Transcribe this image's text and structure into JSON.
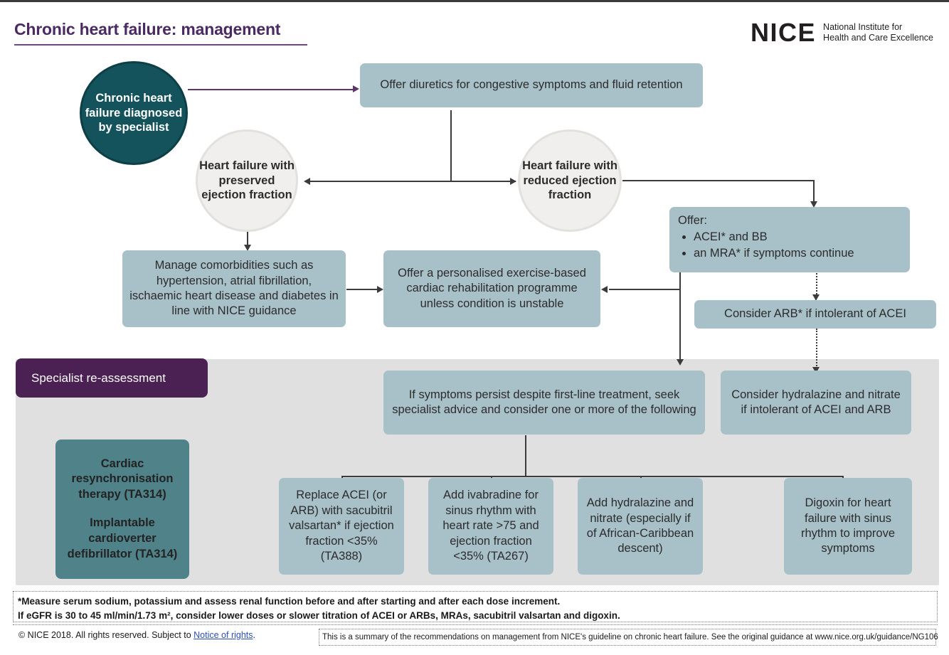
{
  "header": {
    "title": "Chronic heart failure: management",
    "logo_word": "NICE",
    "logo_line1": "National Institute for",
    "logo_line2": "Health and Care Excellence"
  },
  "colors": {
    "title_purple": "#4b2a63",
    "panel_badge_purple": "#4b2053",
    "node_blue": "#a8c0c8",
    "start_teal": "#14535c",
    "teal_box": "#4f8289",
    "panel_grey": "#e0e0e0",
    "connector": "#3b3b3b",
    "link_blue": "#2a4fb8"
  },
  "nodes": {
    "start": "Chronic heart failure diagnosed by specialist",
    "diuretics": "Offer diuretics for congestive symptoms and fluid retention",
    "hfpef": "Heart failure with preserved ejection fraction",
    "hfref": "Heart failure with reduced ejection fraction",
    "offer_label": "Offer:",
    "offer_bullets": [
      "ACEI* and BB",
      "an MRA* if symptoms continue"
    ],
    "comorbidities": "Manage comorbidities such as hypertension, atrial fibrillation, ischaemic heart disease and diabetes in line with NICE guidance",
    "rehab": "Offer a personalised exercise-based cardiac rehabilitation programme unless condition is unstable",
    "consider_arb": "Consider ARB* if intolerant of ACEI",
    "symptoms_persist": "If symptoms persist despite first-line treatment, seek specialist advice and consider one or more of the following",
    "hydralazine_intolerant": "Consider hydralazine and nitrate if intolerant of ACEI and ARB",
    "option_sacubitril": "Replace ACEI (or ARB) with sacubitril valsartan* if ejection fraction <35% (TA388)",
    "option_ivabradine": "Add ivabradine for sinus rhythm with heart rate >75 and ejection fraction <35% (TA267)",
    "option_hydralazine": "Add hydralazine and nitrate (especially if of African-Caribbean descent)",
    "option_digoxin": "Digoxin for heart failure with sinus rhythm to improve symptoms"
  },
  "panel": {
    "badge": "Specialist re-assessment",
    "device_line1": "Cardiac resynchronisation therapy (TA314)",
    "device_line2": "Implantable cardioverter defibrillator (TA314)"
  },
  "footnotes": {
    "line1": "*Measure serum sodium, potassium and assess renal function before and after starting and after each dose increment.",
    "line2": "If eGFR is 30 to 45 ml/min/1.73 m², consider lower doses or slower titration of ACEI or ARBs, MRAs, sacubitril valsartan and digoxin."
  },
  "footer": {
    "copyright_pre": "© NICE 2018. All rights reserved. Subject to ",
    "copyright_link": "Notice of rights",
    "copyright_post": ".",
    "summary": "This is a summary of the recommendations on management from NICE's guideline on chronic heart failure. See the original guidance at www.nice.org.uk/guidance/NG106"
  }
}
